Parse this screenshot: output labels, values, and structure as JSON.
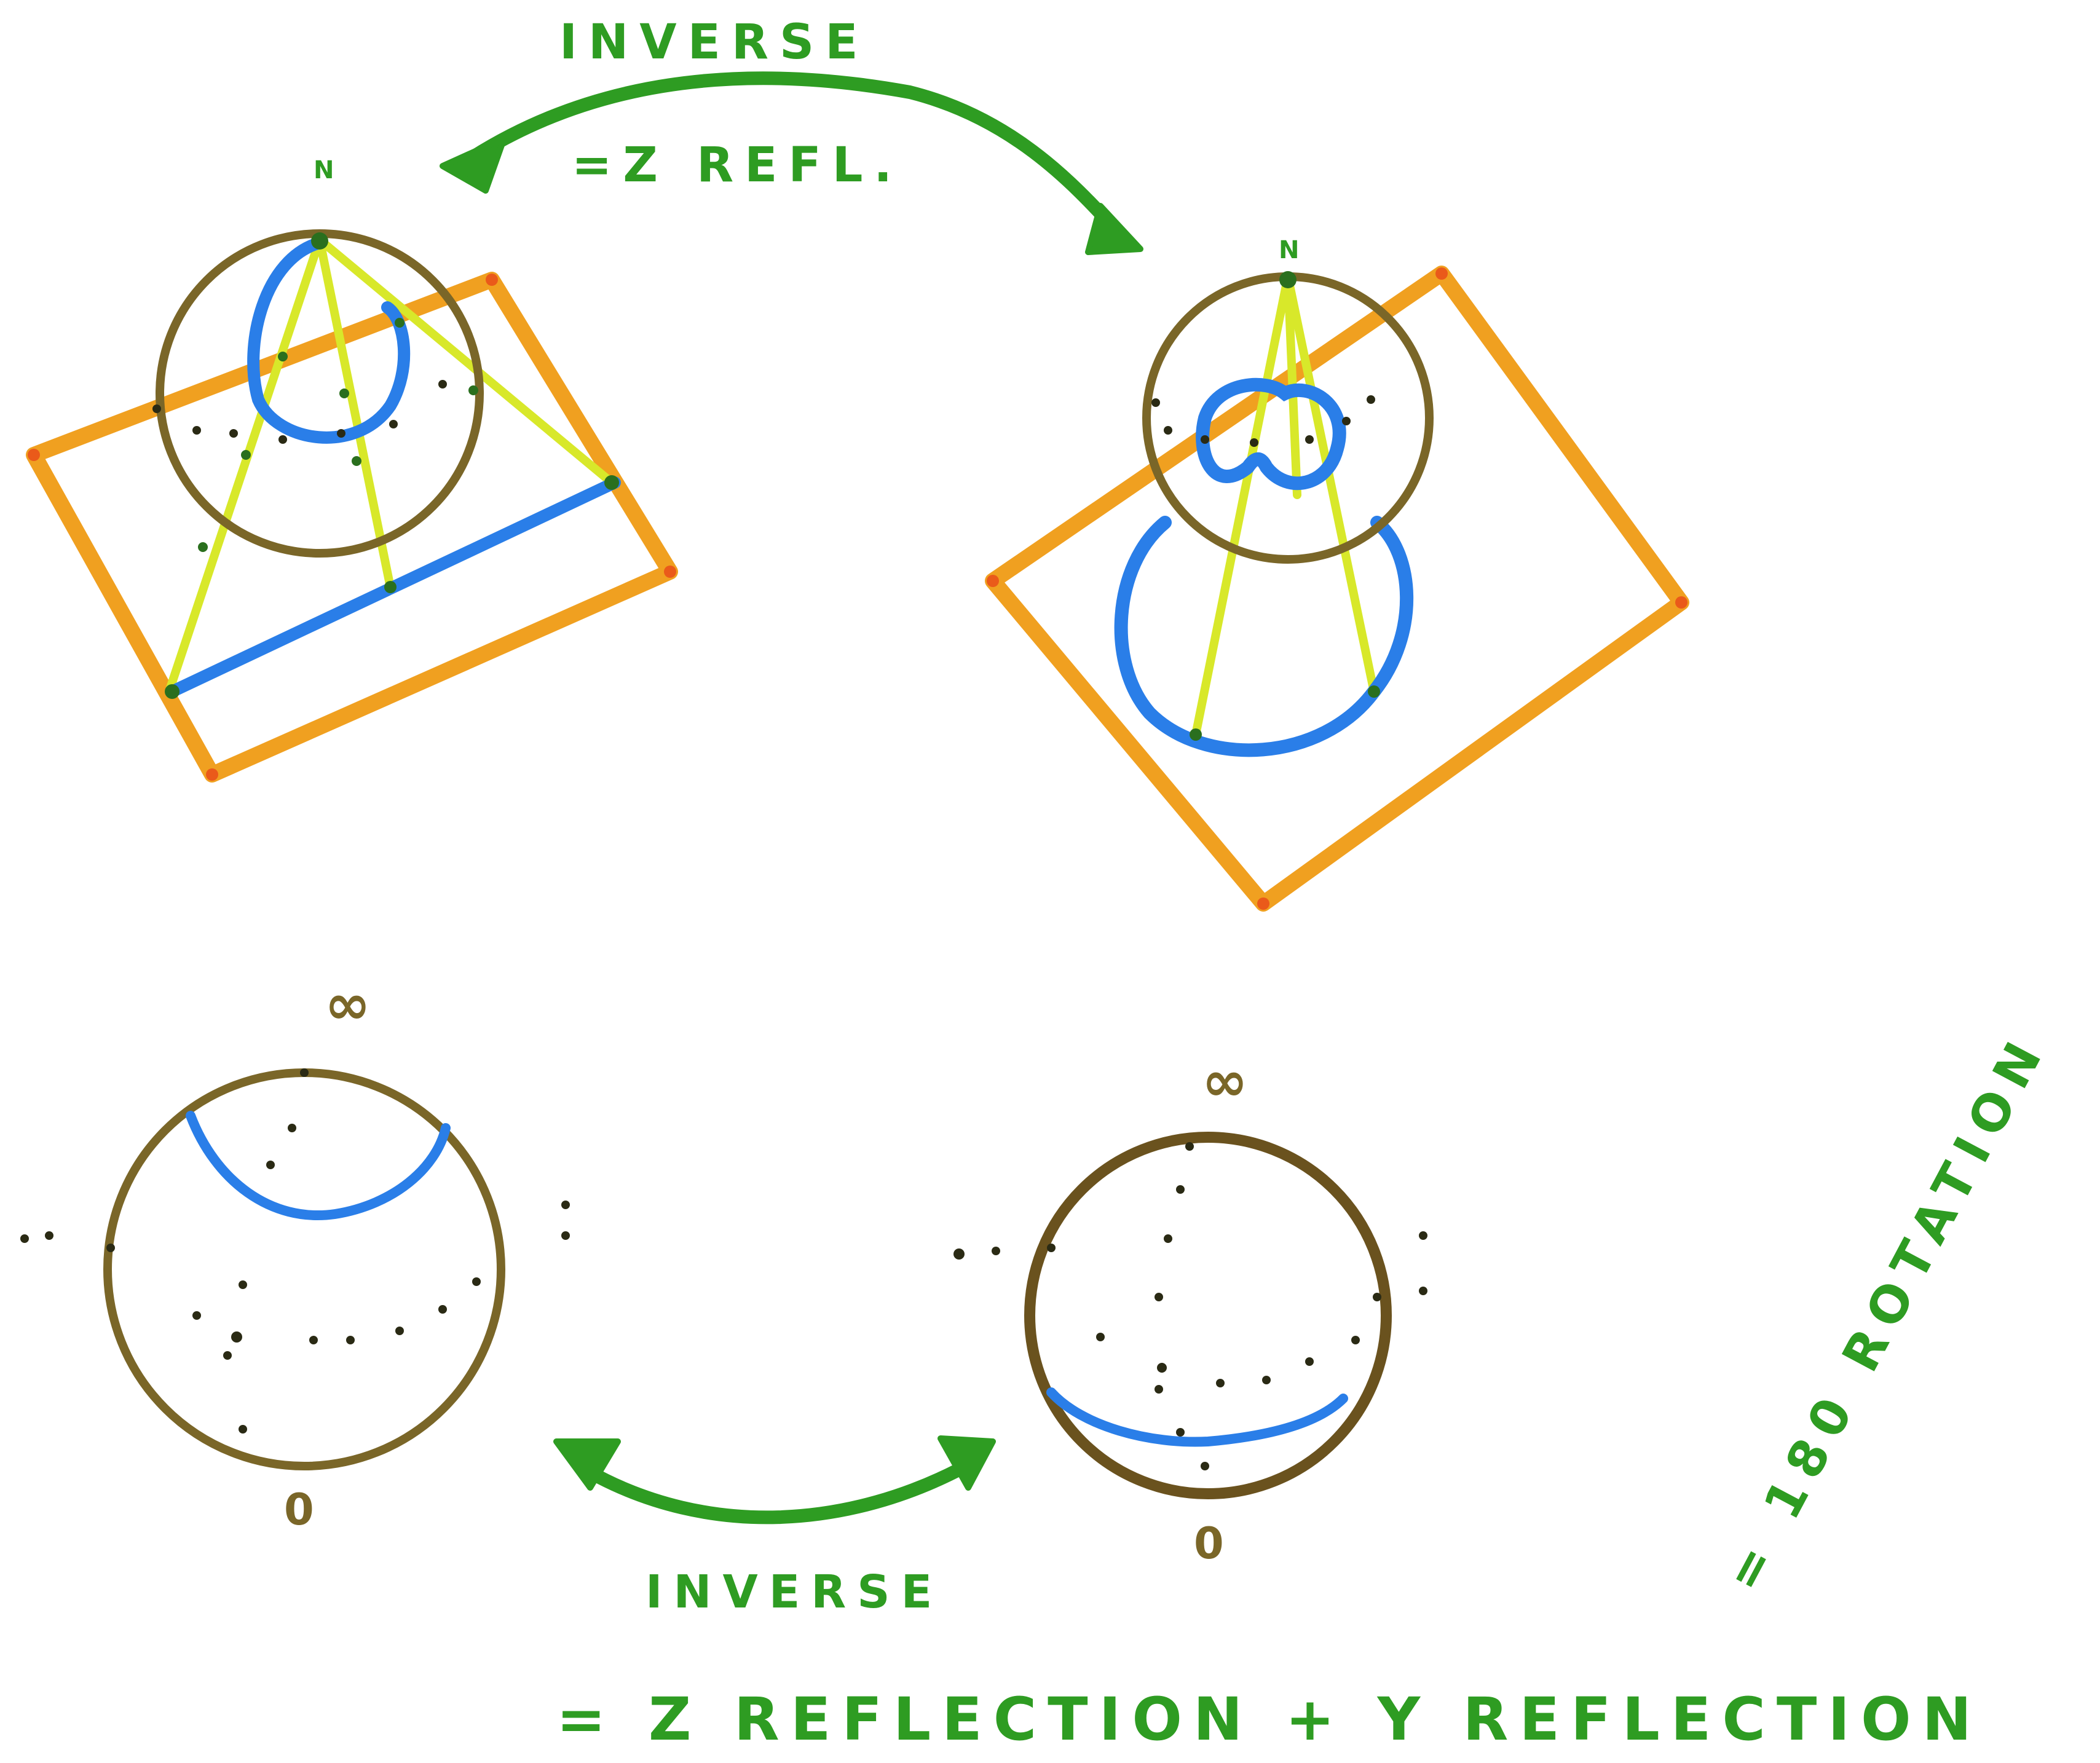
{
  "labels": {
    "top_inverse": "INVERSE",
    "top_equation": "=Z REFL.",
    "north_left": "N",
    "north_right": "N",
    "bottom_inverse": "INVERSE",
    "bottom_equation": "= Z REFLECTION + Y REFLECTION",
    "infinity_left": "∞",
    "infinity_right": "∞",
    "zero_left": "0",
    "zero_right": "0",
    "side_note": "= 180 ROTATION"
  },
  "colors": {
    "sphere": "#7a6628",
    "plane": "#f0a020",
    "plane_corner": "#ea5a1a",
    "projection_lines": "#d8e82a",
    "curve": "#2a7ee8",
    "arrow": "#2e9c22",
    "dots": "#2a2a14"
  }
}
